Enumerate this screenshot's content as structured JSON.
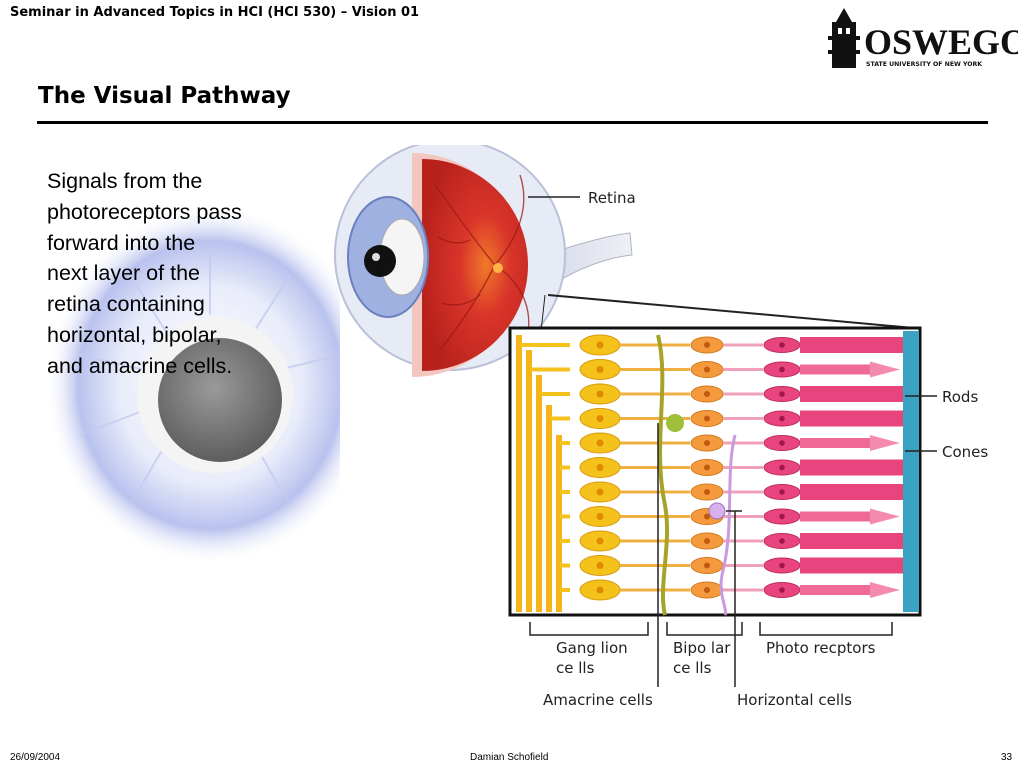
{
  "header": {
    "course_title": "Seminar in Advanced Topics in HCI (HCI 530) – Vision 01",
    "logo": {
      "name": "OSWEGO",
      "subtitle": "STATE UNIVERSITY OF NEW YORK"
    }
  },
  "slide": {
    "title": "The Visual Pathway",
    "body_lines": [
      "Signals from the",
      "photoreceptors pass",
      "forward into the",
      "next layer of the",
      "retina containing",
      "horizontal, bipolar,",
      "and amacrine cells."
    ]
  },
  "diagram": {
    "labels": {
      "retina": "Retina",
      "rods": "Rods",
      "cones": "Cones",
      "ganglion_1": "Gang lion",
      "ganglion_2": "ce lls",
      "bipolar_1": "Bipo lar",
      "bipolar_2": "ce lls",
      "photoreceptors": "Photo recptors",
      "amacrine": "Amacrine cells",
      "horizontal": "Horizontal cells"
    }
  },
  "footer": {
    "date": "26/09/2004",
    "author": "Damian Schofield",
    "page": "33"
  },
  "colors": {
    "ganglion": "#f5c21b",
    "bipolar": "#f59a3c",
    "photoreceptor": "#e8457f",
    "retina_red": "#d9352a",
    "iris_blue": "#8fa0d8"
  }
}
